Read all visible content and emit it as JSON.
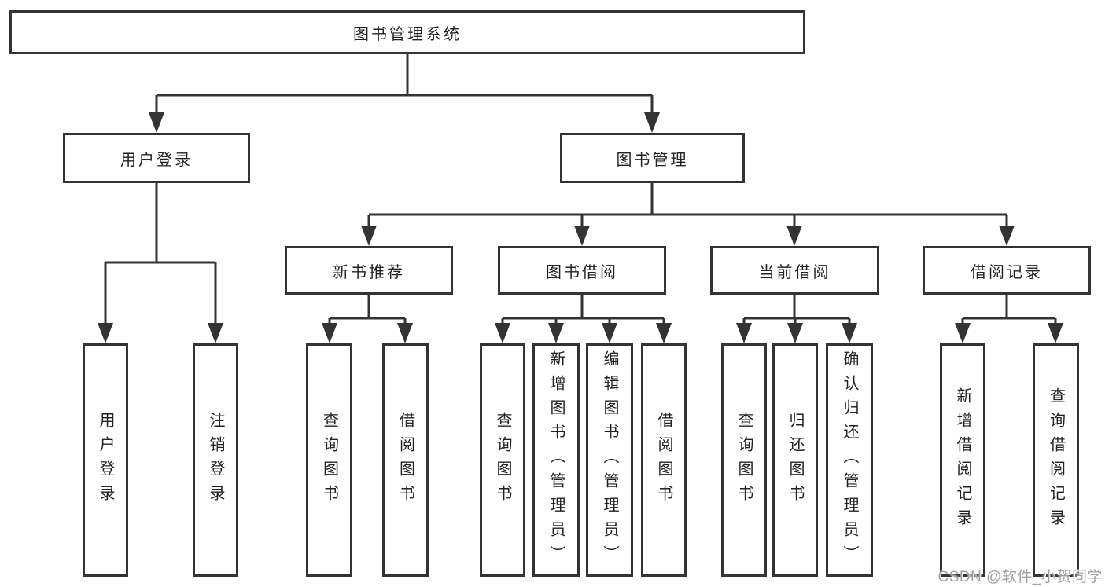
{
  "diagram": {
    "type": "hierarchy-tree",
    "title": "图书管理系统"
  },
  "colors": {
    "line": "#333333",
    "text": "#222222",
    "background": "#ffffff",
    "watermark": "#a0a0a0"
  },
  "watermark": "CSDN @软件_小贺同学",
  "tree": {
    "root": {
      "label": "图书管理系统"
    },
    "branches": [
      {
        "label": "用户登录",
        "children": [
          {
            "label": "用户登录"
          },
          {
            "label": "注销登录"
          }
        ]
      },
      {
        "label": "图书管理",
        "children": [
          {
            "label": "新书推荐",
            "children": [
              {
                "label": "查询图书"
              },
              {
                "label": "借阅图书"
              }
            ]
          },
          {
            "label": "图书借阅",
            "children": [
              {
                "label": "查询图书"
              },
              {
                "label": "新增图书（管理员）"
              },
              {
                "label": "编辑图书（管理员）"
              },
              {
                "label": "借阅图书"
              }
            ]
          },
          {
            "label": "当前借阅",
            "children": [
              {
                "label": "查询图书"
              },
              {
                "label": "归还图书"
              },
              {
                "label": "确认归还（管理员）"
              }
            ]
          },
          {
            "label": "借阅记录",
            "children": [
              {
                "label": "新增借阅记录"
              },
              {
                "label": "查询借阅记录"
              }
            ]
          }
        ]
      }
    ]
  }
}
